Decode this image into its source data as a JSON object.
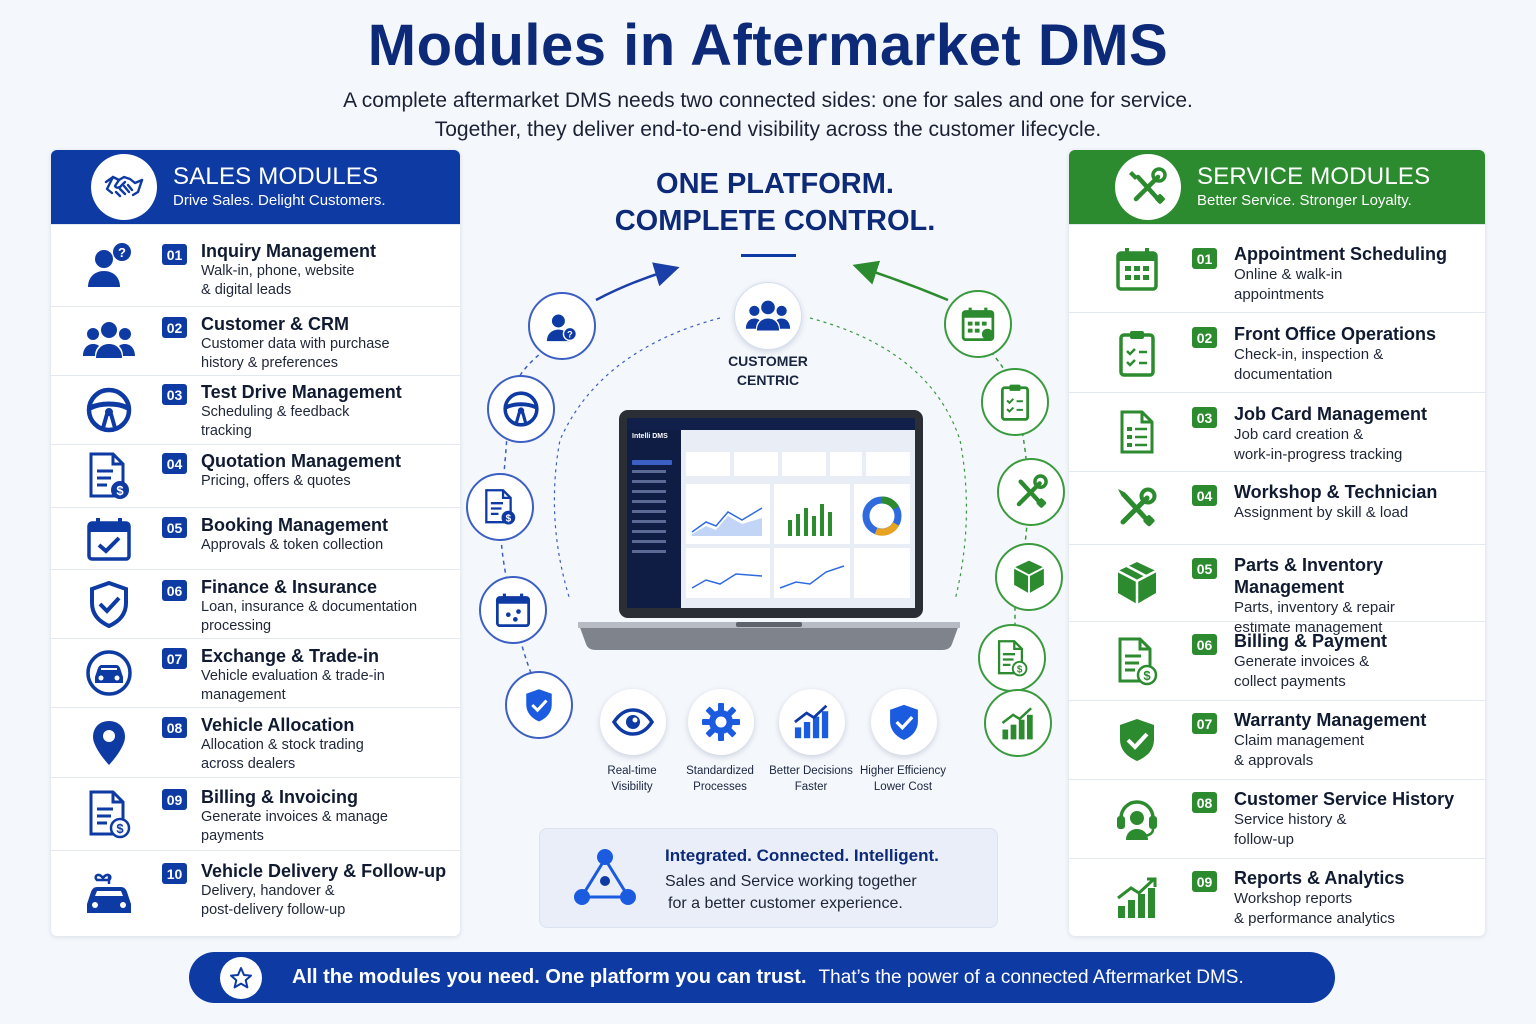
{
  "header": {
    "title": "Modules in Aftermarket DMS",
    "subtitle_line1": "A complete aftermarket DMS needs two connected sides: one for sales and one for service.",
    "subtitle_line2": "Together, they deliver end-to-end visibility across the customer lifecycle."
  },
  "sales": {
    "title": "SALES MODULES",
    "subtitle": "Drive Sales. Delight Customers.",
    "items": [
      {
        "num": "01",
        "title": "Inquiry Management",
        "desc1": "Walk-in, phone, website",
        "desc2": "& digital leads",
        "icon": "user-question-icon"
      },
      {
        "num": "02",
        "title": "Customer & CRM",
        "desc1": "Customer data with purchase",
        "desc2": "history & preferences",
        "icon": "users-group-icon"
      },
      {
        "num": "03",
        "title": "Test Drive Management",
        "desc1": "Scheduling & feedback",
        "desc2": "tracking",
        "icon": "steering-wheel-icon"
      },
      {
        "num": "04",
        "title": "Quotation Management",
        "desc1": "Pricing, offers & quotes",
        "desc2": "",
        "icon": "quote-document-icon"
      },
      {
        "num": "05",
        "title": "Booking Management",
        "desc1": "Approvals & token collection",
        "desc2": "",
        "icon": "calendar-check-icon"
      },
      {
        "num": "06",
        "title": "Finance & Insurance",
        "desc1": "Loan, insurance & documentation",
        "desc2": "processing",
        "icon": "shield-check-icon"
      },
      {
        "num": "07",
        "title": "Exchange & Trade-in",
        "desc1": "Vehicle evaluation & trade-in",
        "desc2": "management",
        "icon": "car-exchange-icon"
      },
      {
        "num": "08",
        "title": "Vehicle Allocation",
        "desc1": "Allocation & stock trading",
        "desc2": "across dealers",
        "icon": "location-pin-icon"
      },
      {
        "num": "09",
        "title": "Billing & Invoicing",
        "desc1": "Generate invoices & manage",
        "desc2": "payments",
        "icon": "invoice-icon"
      },
      {
        "num": "10",
        "title": "Vehicle Delivery & Follow-up",
        "desc1": "Delivery, handover &",
        "desc2": "post-delivery follow-up",
        "icon": "gift-car-icon"
      }
    ]
  },
  "service": {
    "title": "SERVICE MODULES",
    "subtitle": "Better Service. Stronger Loyalty.",
    "items": [
      {
        "num": "01",
        "title": "Appointment Scheduling",
        "desc1": "Online & walk-in",
        "desc2": "appointments",
        "icon": "calendar-icon"
      },
      {
        "num": "02",
        "title": "Front Office Operations",
        "desc1": "Check-in, inspection &",
        "desc2": "documentation",
        "icon": "clipboard-check-icon"
      },
      {
        "num": "03",
        "title": "Job Card Management",
        "desc1": "Job card creation &",
        "desc2": "work-in-progress tracking",
        "icon": "job-card-icon"
      },
      {
        "num": "04",
        "title": "Workshop & Technician",
        "desc1": "Assignment by skill & load",
        "desc2": "",
        "icon": "tools-icon"
      },
      {
        "num": "05",
        "title": "Parts & Inventory Management",
        "desc1": "Parts, inventory & repair",
        "desc2": "estimate management",
        "icon": "box-icon"
      },
      {
        "num": "06",
        "title": "Billing & Payment",
        "desc1": "Generate invoices &",
        "desc2": "collect payments",
        "icon": "bill-icon"
      },
      {
        "num": "07",
        "title": "Warranty Management",
        "desc1": "Claim management",
        "desc2": "& approvals",
        "icon": "warranty-shield-icon"
      },
      {
        "num": "08",
        "title": "Customer Service History",
        "desc1": "Service history &",
        "desc2": "follow-up",
        "icon": "headset-icon"
      },
      {
        "num": "09",
        "title": "Reports & Analytics",
        "desc1": "Workshop reports",
        "desc2": "& performance analytics",
        "icon": "growth-chart-icon"
      }
    ]
  },
  "center": {
    "tagline_line1": "ONE PLATFORM.",
    "tagline_line2": "COMPLETE CONTROL.",
    "customer_centric_line1": "CUSTOMER",
    "customer_centric_line2": "CENTRIC",
    "laptop_brand": "Intelli DMS",
    "benefits": [
      {
        "line1": "Real-time",
        "line2": "Visibility",
        "icon": "eye-icon"
      },
      {
        "line1": "Standardized",
        "line2": "Processes",
        "icon": "gear-icon"
      },
      {
        "line1": "Better Decisions",
        "line2": "Faster",
        "icon": "bar-trend-icon"
      },
      {
        "line1": "Higher Efficiency",
        "line2": "Lower Cost",
        "icon": "shield-check-icon"
      }
    ],
    "integrated_title": "Integrated. Connected. Intelligent.",
    "integrated_line1": "Sales and Service working together",
    "integrated_line2": "for a better customer experience."
  },
  "banner": {
    "bold": "All the modules you need. One platform you can trust.",
    "light": "That’s the power of a connected Aftermarket DMS."
  },
  "colors": {
    "sales_blue": "#0e3aa3",
    "service_green": "#2c8a2f",
    "title_navy": "#0d2a78"
  }
}
